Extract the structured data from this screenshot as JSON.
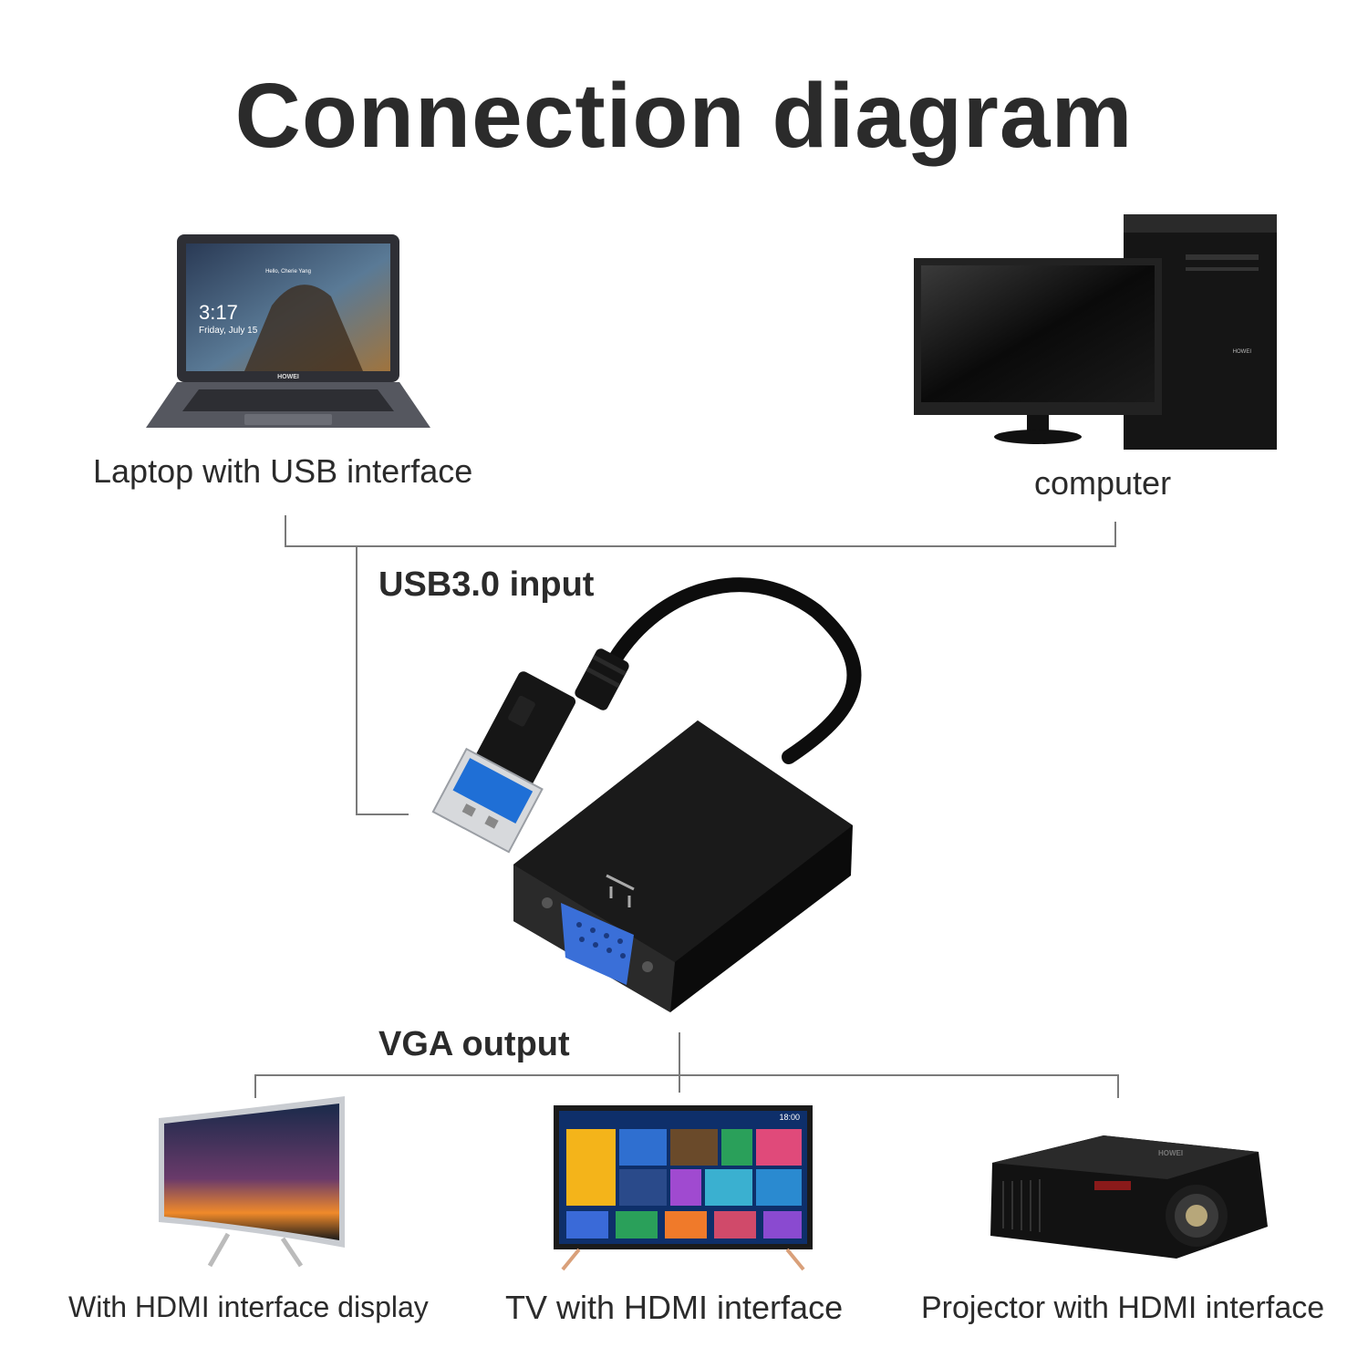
{
  "title": "Connection diagram",
  "sources": {
    "laptop": {
      "label": "Laptop with USB interface",
      "brand": "HOWEI",
      "screen_time": "3:17",
      "screen_date": "Friday, July 15",
      "greeting": "Hello, Cherie Yang"
    },
    "computer": {
      "label": "computer",
      "brand": "HOWEI"
    }
  },
  "adapter": {
    "input_label": "USB3.0 input",
    "output_label": "VGA output"
  },
  "targets": {
    "display": {
      "label": "With HDMI interface display"
    },
    "tv": {
      "label": "TV with HDMI interface",
      "clock": "18:00"
    },
    "projector": {
      "label": "Projector with HDMI interface",
      "brand": "HOWEI"
    }
  },
  "colors": {
    "line": "#7a7a7a",
    "usb_blue": "#1f6fd6",
    "vga_blue": "#3a6fd8",
    "device_black": "#111111"
  }
}
